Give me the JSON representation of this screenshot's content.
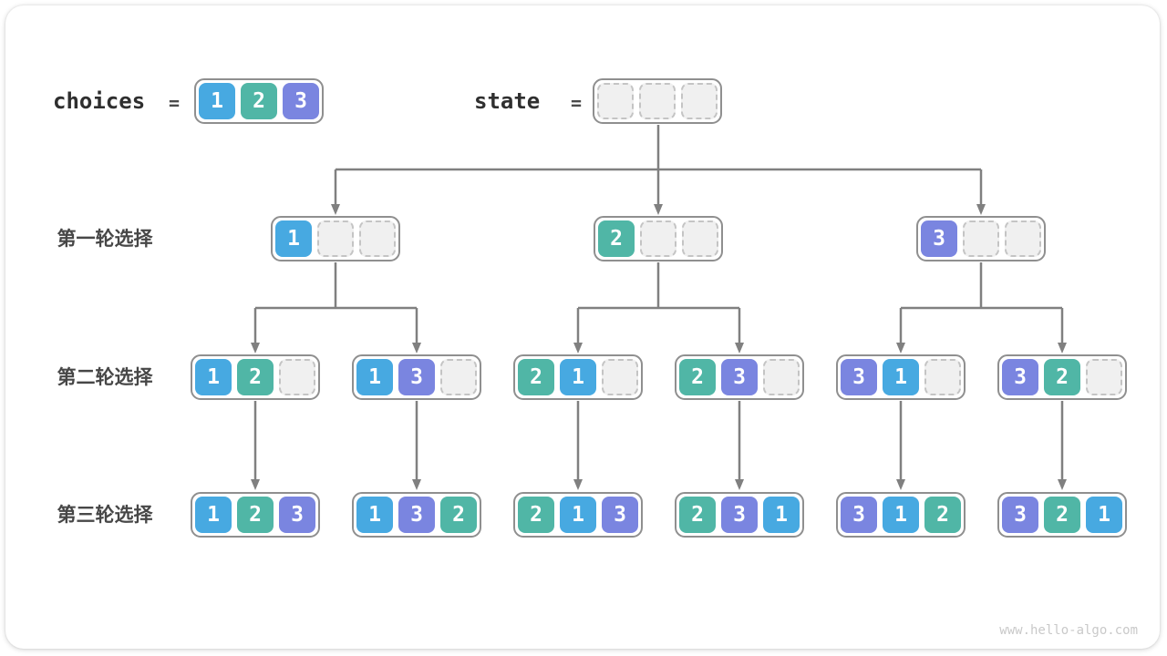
{
  "colors": {
    "cell_fill": {
      "1": "#47a9e1",
      "2": "#50b6a6",
      "3": "#7a85e0"
    },
    "empty_fill": "#f0f0f0",
    "empty_border": "#c4c4c4",
    "box_border": "#8f8f8f",
    "arrow": "#808080"
  },
  "header": {
    "choices_label": "choices",
    "equals": "=",
    "choices_cells": [
      "1",
      "2",
      "3"
    ],
    "state_label": "state",
    "state_cells": [
      "",
      "",
      ""
    ]
  },
  "rows": [
    {
      "label": "第一轮选择",
      "boxes": [
        [
          "1",
          "",
          ""
        ],
        [
          "2",
          "",
          ""
        ],
        [
          "3",
          "",
          ""
        ]
      ]
    },
    {
      "label": "第二轮选择",
      "boxes": [
        [
          "1",
          "2",
          ""
        ],
        [
          "1",
          "3",
          ""
        ],
        [
          "2",
          "1",
          ""
        ],
        [
          "2",
          "3",
          ""
        ],
        [
          "3",
          "1",
          ""
        ],
        [
          "3",
          "2",
          ""
        ]
      ]
    },
    {
      "label": "第三轮选择",
      "boxes": [
        [
          "1",
          "2",
          "3"
        ],
        [
          "1",
          "3",
          "2"
        ],
        [
          "2",
          "1",
          "3"
        ],
        [
          "2",
          "3",
          "1"
        ],
        [
          "3",
          "1",
          "2"
        ],
        [
          "3",
          "2",
          "1"
        ]
      ]
    }
  ],
  "footer": {
    "watermark": "www.hello-algo.com"
  }
}
